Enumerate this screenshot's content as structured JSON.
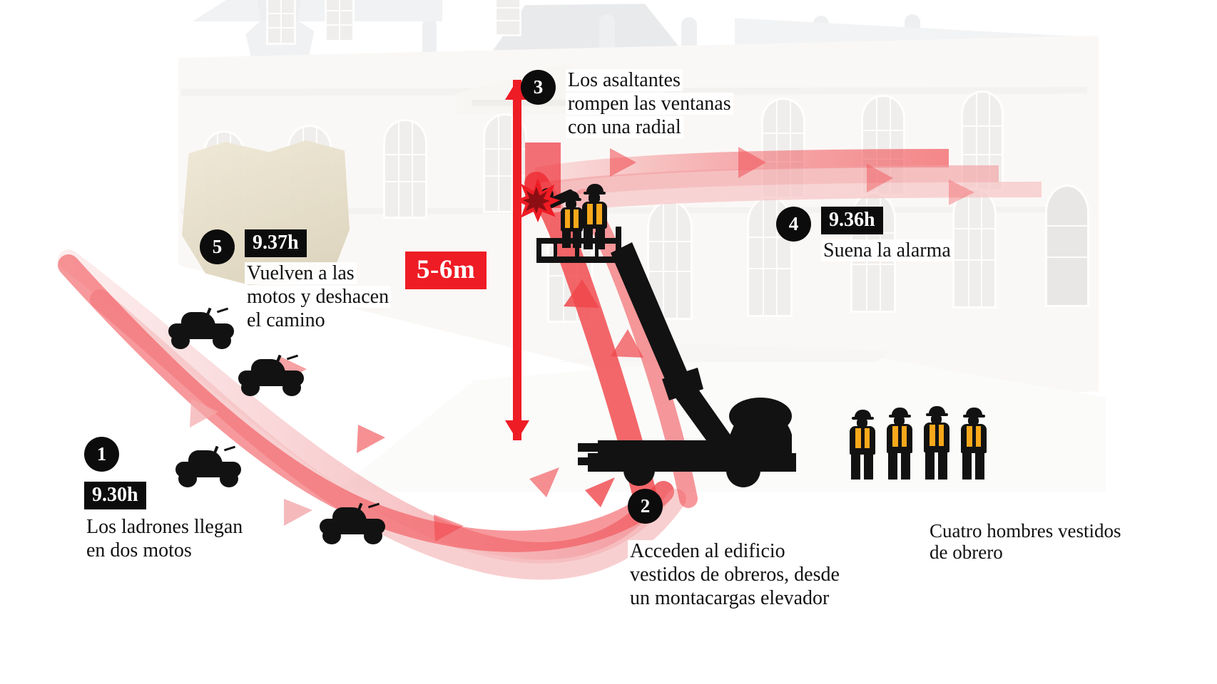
{
  "infographic": {
    "language": "es",
    "measurement": {
      "label": "5-6m",
      "color": "#ee1c25"
    },
    "steps": [
      {
        "number": "1",
        "time": "9.30h",
        "text_lines": [
          "Los ladrones llegan",
          "en dos motos"
        ],
        "layout": "stacked"
      },
      {
        "number": "2",
        "time": "",
        "text_lines": [
          "Acceden al edificio",
          "vestidos de obreros, desde",
          "un montacargas elevador"
        ],
        "layout": "stacked"
      },
      {
        "number": "3",
        "time": "",
        "text_lines": [
          "Los asaltantes",
          "rompen las ventanas",
          "con una  radial"
        ],
        "layout": "inline"
      },
      {
        "number": "4",
        "time": "9.36h",
        "text_lines": [
          "Suena la alarma"
        ],
        "layout": "inline"
      },
      {
        "number": "5",
        "time": "9.37h",
        "text_lines": [
          "Vuelven a las",
          "motos y deshacen",
          "el camino"
        ],
        "layout": "inline"
      }
    ],
    "annotations": [
      {
        "name": "workers-caption",
        "text_lines": [
          "Cuatro hombres vestidos",
          "de obrero"
        ]
      }
    ],
    "colors": {
      "accent_red": "#ee1c25",
      "path_red": "#f0464b",
      "path_pink": "#f6c3c4",
      "badge_black": "#0c0c0c",
      "vest_orange": "#f7a81b"
    }
  }
}
